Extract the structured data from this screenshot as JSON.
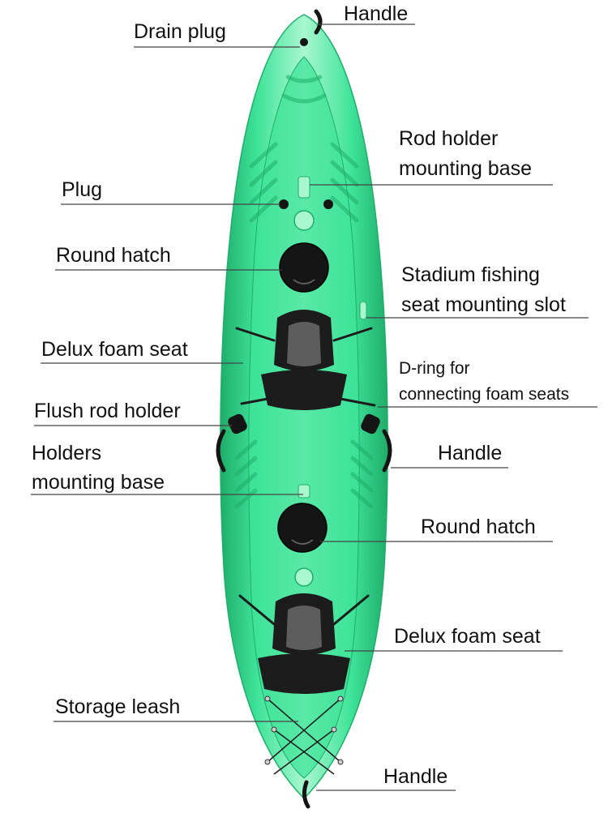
{
  "colors": {
    "hull": "#3fe39a",
    "hull_light": "#a9f7cf",
    "hull_dark": "#1fae6a",
    "seat_black": "#1c1c1c",
    "seat_grey": "#5d5d5d",
    "hatch": "#151515",
    "leader_line": "#444444"
  },
  "labels": {
    "handle_top": "Handle",
    "drain_plug": "Drain plug",
    "rod_holder_base": [
      "Rod holder",
      "mounting base"
    ],
    "plug": "Plug",
    "round_hatch_1": "Round hatch",
    "stadium_slot": [
      "Stadium fishing",
      "seat mounting slot"
    ],
    "delux_seat_1": "Delux foam seat",
    "d_ring": [
      "D-ring for",
      "connecting foam seats"
    ],
    "flush_rod_holder": "Flush rod holder",
    "holders_base": [
      "Holders",
      "mounting base"
    ],
    "handle_side": "Handle",
    "round_hatch_2": "Round hatch",
    "delux_seat_2": "Delux foam seat",
    "storage_leash": "Storage leash",
    "handle_bottom": "Handle"
  },
  "icons": {
    "hatch": "round-hatch-icon",
    "seat": "foam-seat-icon",
    "handle": "handle-icon"
  }
}
